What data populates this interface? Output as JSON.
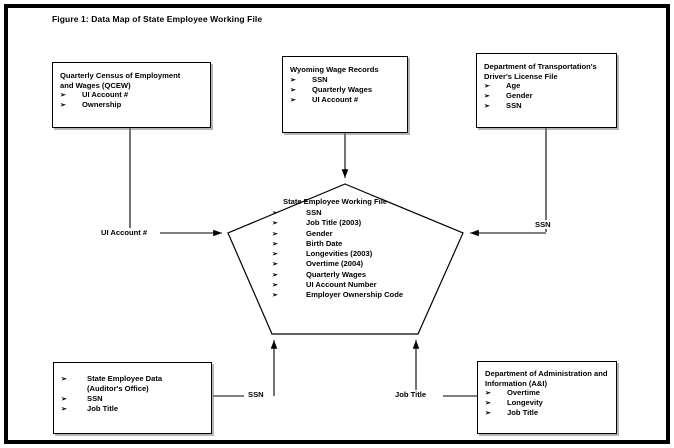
{
  "figure": {
    "title": "Figure 1: Data Map of State Employee Working File",
    "bullet_glyph": "➢",
    "colors": {
      "border": "#000000",
      "background": "#ffffff",
      "text": "#000000",
      "box_shadow": "#787878"
    }
  },
  "nodes": {
    "qcew": {
      "title": "Quarterly Census of Employment\nand Wages (QCEW)",
      "items": [
        "UI Account #",
        "Ownership"
      ]
    },
    "wyoming_wage": {
      "title": "Wyoming Wage Records",
      "items": [
        "SSN",
        "Quarterly Wages",
        "UI Account #"
      ]
    },
    "dot_license": {
      "title": "Department of Transportation's\nDriver's License File",
      "items": [
        "Age",
        "Gender",
        "SSN"
      ]
    },
    "state_employee_data": {
      "title": "",
      "items": [
        "State Employee Data\n(Auditor's Office)",
        "SSN",
        "Job Title"
      ]
    },
    "admin_info": {
      "title": "Department of Administration and\nInformation (A&I)",
      "items": [
        "Overtime",
        "Longevity",
        "Job Title"
      ]
    },
    "working_file": {
      "title": "State Employee Working File",
      "items": [
        "SSN",
        "Job Title (2003)",
        "Gender",
        "Birth Date",
        "Longevities (2003)",
        "Overtime (2004)",
        "Quarterly Wages",
        "UI Account Number",
        "Employer Ownership Code"
      ]
    }
  },
  "edges": [
    {
      "id": "qcew-to-center",
      "label": "UI Account #",
      "from": "qcew",
      "to": "working_file"
    },
    {
      "id": "wyoming-to-center",
      "label": "",
      "from": "wyoming_wage",
      "to": "working_file"
    },
    {
      "id": "dot-to-center",
      "label": "SSN",
      "from": "dot_license",
      "to": "working_file"
    },
    {
      "id": "auditor-to-center",
      "label": "SSN",
      "from": "state_employee_data",
      "to": "working_file"
    },
    {
      "id": "admin-to-center",
      "label": "Job Title",
      "from": "admin_info",
      "to": "working_file"
    }
  ]
}
